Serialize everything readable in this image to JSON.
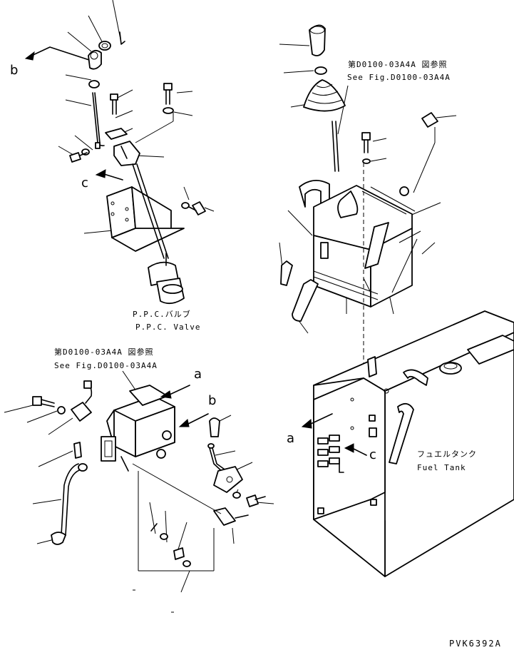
{
  "callouts": {
    "top_ref_jp": "第D0100-03A4A 図参照",
    "top_ref_en": "See Fig.D0100-03A4A",
    "mid_ref_jp": "第D0100-03A4A 図参照",
    "mid_ref_en": "See Fig.D0100-03A4A",
    "ppc_valve_jp": "P.P.C.バルブ",
    "ppc_valve_en": "P.P.C. Valve",
    "fuel_tank_jp": "フュエルタンク",
    "fuel_tank_en": "Fuel Tank"
  },
  "markers": {
    "b_top": "b",
    "c_top": "c",
    "a_mid": "a",
    "b_mid": "b",
    "a_right": "a",
    "c_right": "c"
  },
  "drawing_code": "PVK6392A"
}
